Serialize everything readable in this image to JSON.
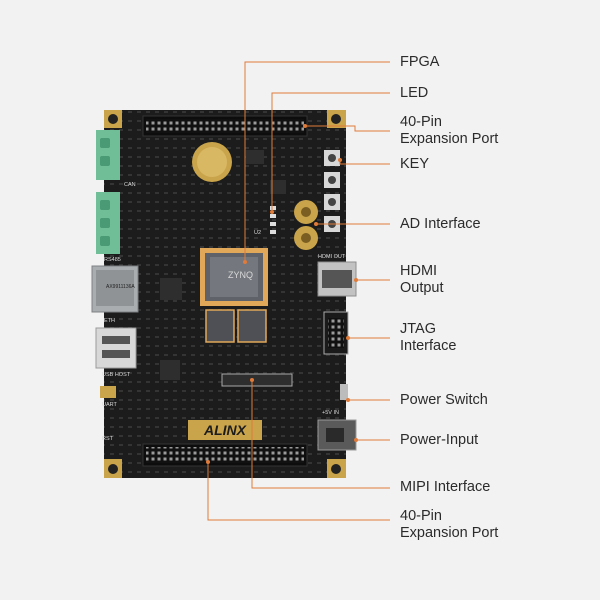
{
  "colors": {
    "background": "#f2f2f2",
    "leader_line": "#e07b39",
    "pcb": "#1c1c1c",
    "text": "#2b2b2b",
    "terminal_block": "#6fbe98",
    "gold": "#c9a44a"
  },
  "board": {
    "logo": "ALINX",
    "silkscreen": {
      "can": "CAN",
      "rs485": "RS485",
      "eth": "ETH",
      "usb_host": "USB HOST",
      "uart": "UART",
      "rst": "RST",
      "power_in": "+5V IN",
      "hdmi": "HDMI OUT",
      "ethernet_jack_text": "AX9911136A",
      "cpu_text": "ZYNQ",
      "chip_code": "U2"
    }
  },
  "callouts": [
    {
      "id": "fpga",
      "lines": [
        "FPGA"
      ]
    },
    {
      "id": "led",
      "lines": [
        "LED"
      ]
    },
    {
      "id": "expansion-top",
      "lines": [
        "40-Pin",
        "Expansion Port"
      ]
    },
    {
      "id": "key",
      "lines": [
        "KEY"
      ]
    },
    {
      "id": "ad",
      "lines": [
        "AD Interface"
      ]
    },
    {
      "id": "hdmi",
      "lines": [
        "HDMI",
        "Output"
      ]
    },
    {
      "id": "jtag",
      "lines": [
        "JTAG",
        "Interface"
      ]
    },
    {
      "id": "power-switch",
      "lines": [
        "Power Switch"
      ]
    },
    {
      "id": "power-input",
      "lines": [
        "Power-Input"
      ]
    },
    {
      "id": "mipi",
      "lines": [
        "MIPI Interface"
      ]
    },
    {
      "id": "expansion-bottom",
      "lines": [
        "40-Pin",
        "Expansion Port"
      ]
    }
  ]
}
